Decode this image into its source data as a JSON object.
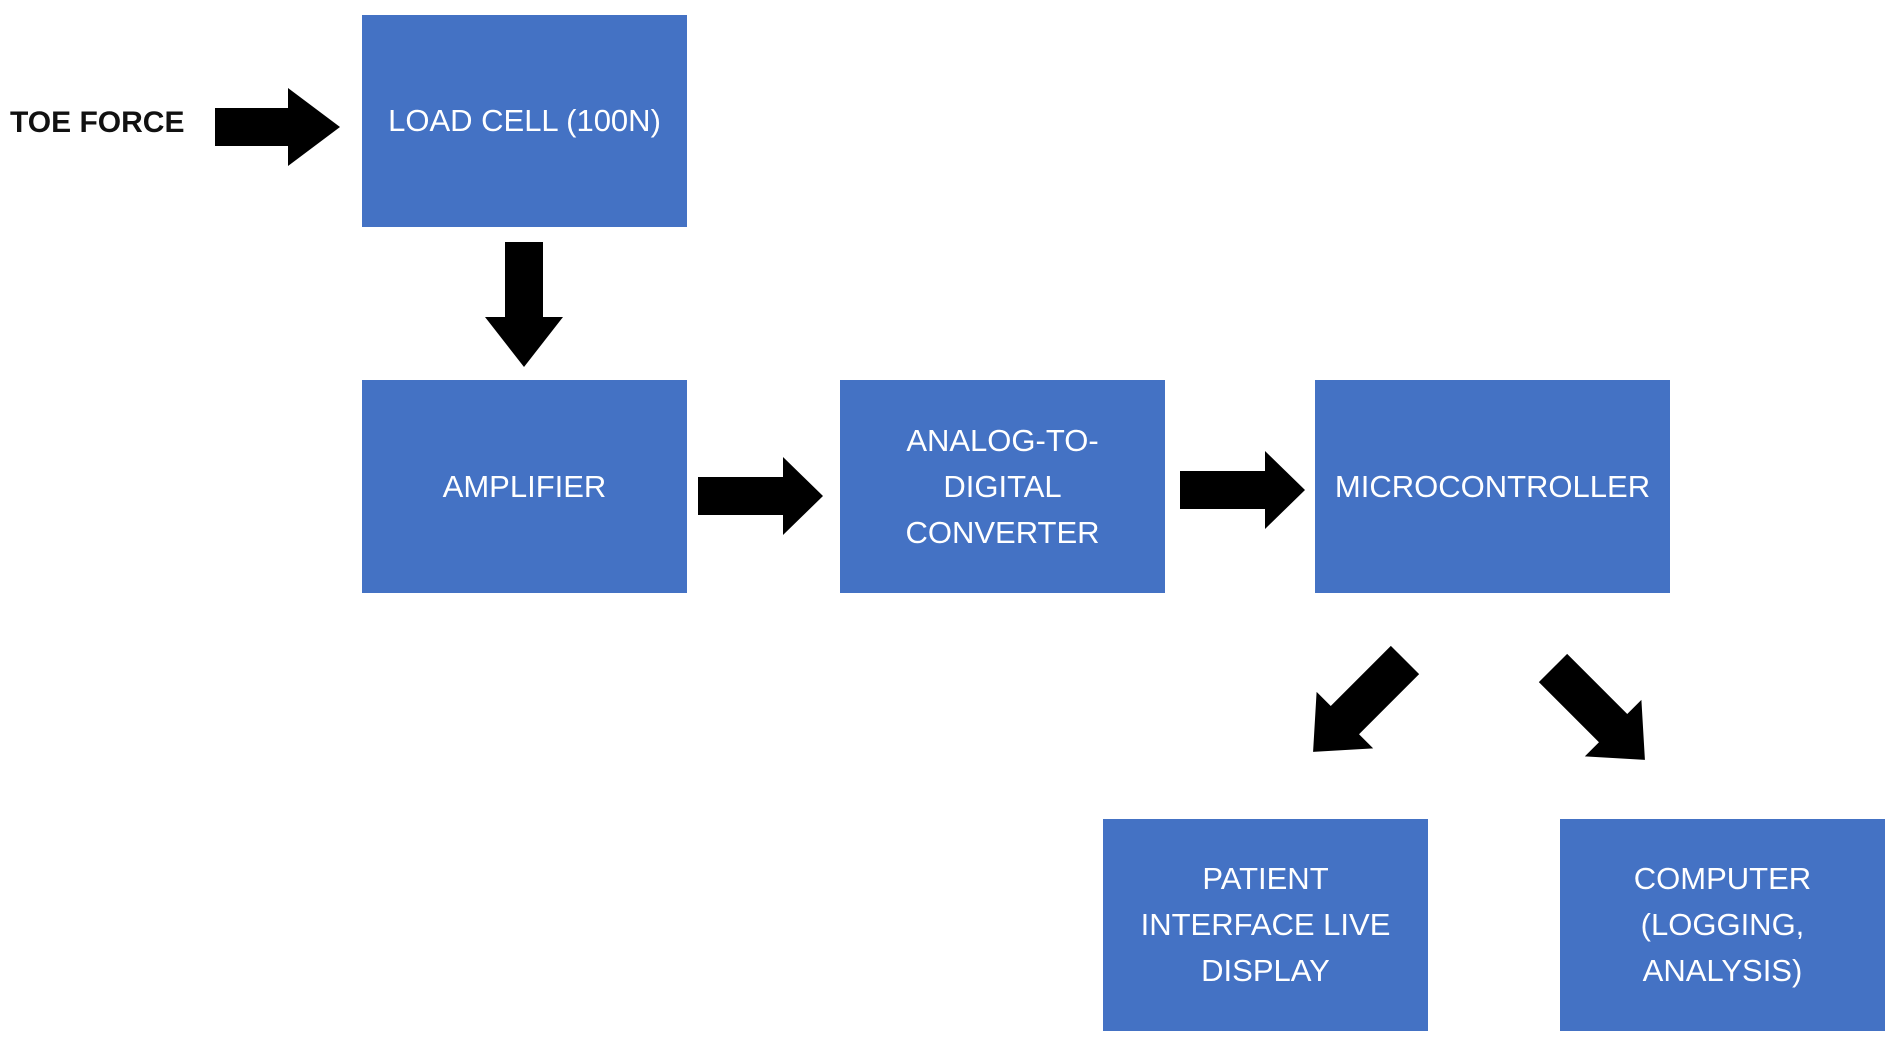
{
  "diagram": {
    "input_label": "TOE FORCE",
    "colors": {
      "box_fill": "#4472c4",
      "box_text": "#ffffff",
      "arrow": "#000000",
      "label_text": "#111111"
    },
    "boxes": {
      "load_cell": "LOAD CELL (100N)",
      "amplifier": "AMPLIFIER",
      "adc": "ANALOG-TO-\nDIGITAL\nCONVERTER",
      "microcontroller": "MICROCONTROLLER",
      "patient_display": "PATIENT\nINTERFACE LIVE\nDISPLAY",
      "computer": "COMPUTER\n(LOGGING,\nANALYSIS)"
    },
    "connections": [
      {
        "from": "toe_force",
        "to": "load_cell"
      },
      {
        "from": "load_cell",
        "to": "amplifier"
      },
      {
        "from": "amplifier",
        "to": "adc"
      },
      {
        "from": "adc",
        "to": "microcontroller"
      },
      {
        "from": "microcontroller",
        "to": "patient_display"
      },
      {
        "from": "microcontroller",
        "to": "computer"
      }
    ]
  }
}
